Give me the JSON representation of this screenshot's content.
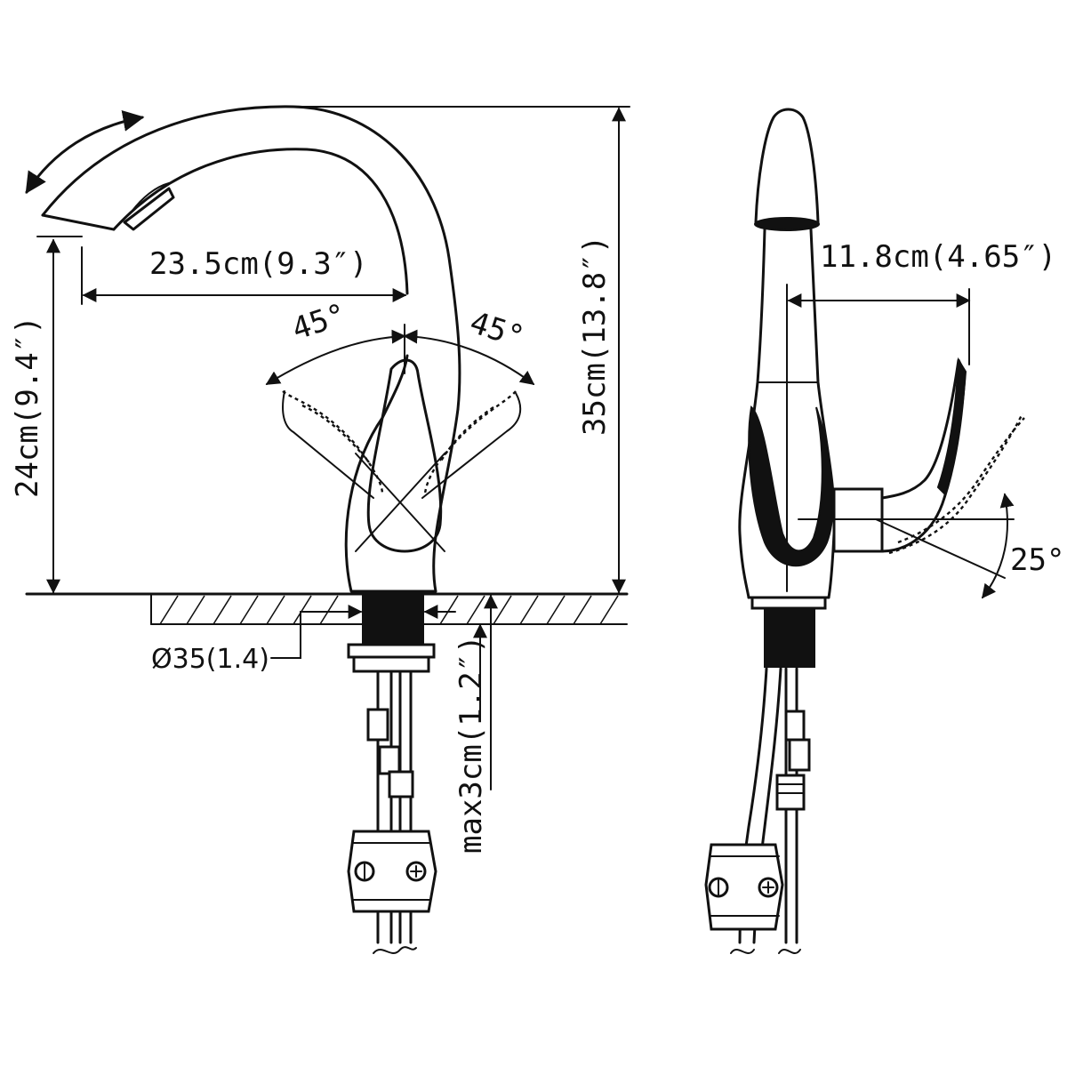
{
  "dimensions": {
    "reach": "23.5cm(9.3″)",
    "spout_height": "24cm(9.4″)",
    "total_height": "35cm(13.8″)",
    "handle_reach": "11.8cm(4.65″)",
    "hole_diameter": "Ø35(1.4)",
    "max_deck": "max3cm(1.2″)",
    "left_rotation": "45°",
    "right_rotation": "45°",
    "handle_tilt": "25°"
  },
  "colors": {
    "line": "#111111",
    "background": "#ffffff"
  }
}
